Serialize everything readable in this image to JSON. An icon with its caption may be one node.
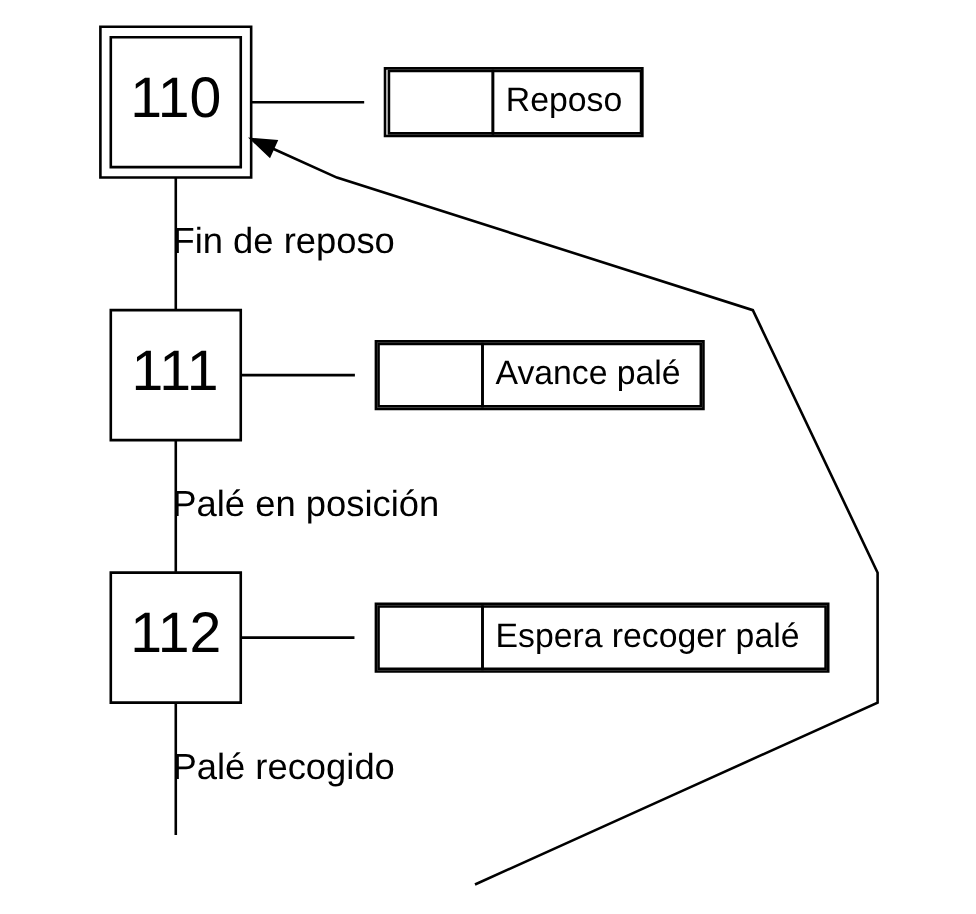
{
  "diagram": {
    "nodes": [
      {
        "text": [
          "110"
        ]
      },
      {
        "text": [
          "Reposo"
        ]
      },
      {
        "text": [
          "111"
        ]
      },
      {
        "text": [
          "Avance palé"
        ]
      },
      {
        "text": [
          "112"
        ]
      },
      {
        "text": [
          "Espera recoger palé"
        ]
      }
    ],
    "edges": [
      {
        "from": 0,
        "to": 1,
        "arrow": "none"
      },
      {
        "from": 0,
        "to": 2,
        "arrow": "none",
        "label": "Fin de reposo"
      },
      {
        "from": 2,
        "to": 3,
        "arrow": "none"
      },
      {
        "from": 2,
        "to": 4,
        "arrow": "none",
        "label": "Palé en posición"
      },
      {
        "from": 4,
        "to": 5,
        "arrow": "none"
      },
      {
        "from": 4,
        "to": null,
        "arrow": "none",
        "label": "Palé recogido"
      },
      {
        "from": null,
        "to": 0,
        "arrow": "to"
      }
    ]
  }
}
